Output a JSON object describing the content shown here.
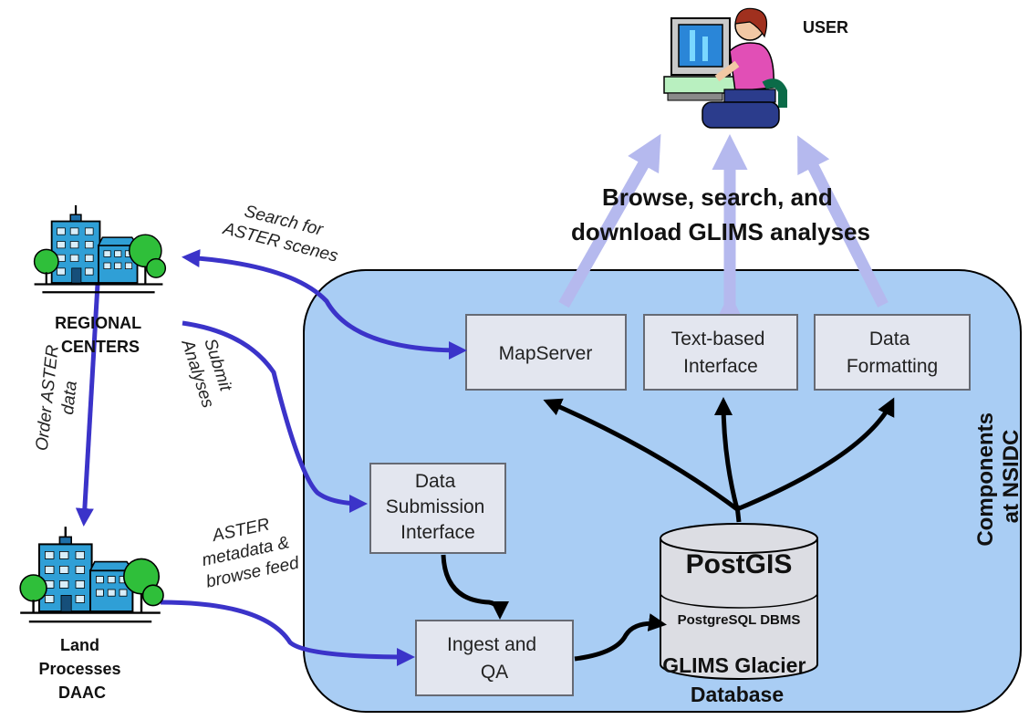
{
  "user": {
    "label": "USER"
  },
  "headline": {
    "line1": "Browse, search, and",
    "line2": "download GLIMS analyses"
  },
  "nsidc": {
    "label_line1": "Components",
    "label_line2": "at NSIDC"
  },
  "components": {
    "mapserver": "MapServer",
    "text_interface": {
      "line1": "Text-based",
      "line2": "Interface"
    },
    "data_formatting": {
      "line1": "Data",
      "line2": "Formatting"
    },
    "data_submission": {
      "line1": "Data",
      "line2": "Submission",
      "line3": "Interface"
    },
    "ingest_qa": {
      "line1": "Ingest and",
      "line2": "QA"
    }
  },
  "database": {
    "top_label": "PostGIS",
    "bottom_label": "PostgreSQL DBMS",
    "caption_line1": "GLIMS Glacier",
    "caption_line2": "Database"
  },
  "regional_centers": {
    "line1": "REGIONAL",
    "line2": "CENTERS"
  },
  "land_processes": {
    "line1": "Land",
    "line2": "Processes",
    "line3": "DAAC"
  },
  "flows": {
    "search_aster": {
      "line1": "Search for",
      "line2": "ASTER scenes"
    },
    "submit_analyses": {
      "line1": "Submit",
      "line2": "Analyses"
    },
    "order_aster": {
      "line1": "Order ASTER",
      "line2": "data"
    },
    "aster_metadata": {
      "line1": "ASTER",
      "line2": "metadata &",
      "line3": "browse feed"
    }
  },
  "colors": {
    "nsidc_fill": "#a9cdf4",
    "box_fill": "#e3e6ef",
    "flow_blue": "#3b33c9",
    "user_arrow": "#b5b9ee",
    "building": "#2f9fd6",
    "tree": "#2fbf3a"
  }
}
